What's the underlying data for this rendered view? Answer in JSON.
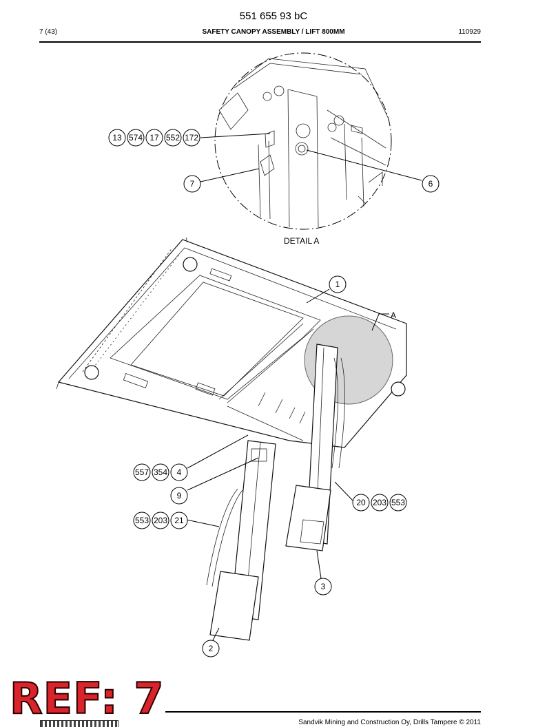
{
  "header": {
    "doc_number": "551 655 93 bC",
    "page": "7 (43)",
    "title": "SAFETY CANOPY ASSEMBLY / LIFT 800MM",
    "date": "110929"
  },
  "detail": {
    "label": "DETAIL  A",
    "marker": "A"
  },
  "callouts": {
    "detail_group": [
      "13",
      "574",
      "17",
      "552",
      "172"
    ],
    "detail_7": "7",
    "detail_6": "6",
    "c1": "1",
    "group_4": [
      "557",
      "354",
      "4"
    ],
    "c9": "9",
    "group_21": [
      "553",
      "203",
      "21"
    ],
    "group_20": [
      "20",
      "203",
      "553"
    ],
    "c3": "3",
    "c2": "2"
  },
  "footer": {
    "copyright": "Sandvik Mining and Construction Oy, Drills Tampere © 2011",
    "ref_stamp": "REF: 7"
  },
  "colors": {
    "stamp_red": "#d8242a",
    "highlight_gray": "#c8c8c8"
  }
}
